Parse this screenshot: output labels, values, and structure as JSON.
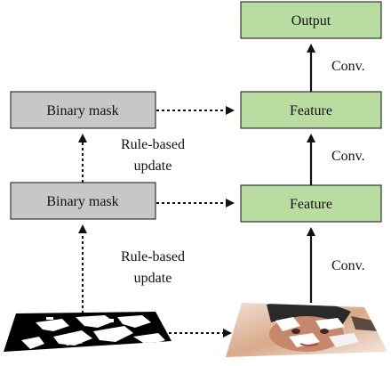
{
  "nodes": {
    "output": "Output",
    "feature_top": "Feature",
    "feature_mid": "Feature",
    "mask_top": "Binary mask",
    "mask_mid": "Binary mask"
  },
  "labels": {
    "conv_1": "Conv.",
    "conv_2": "Conv.",
    "conv_3": "Conv.",
    "rule_upper_1": "Rule-based",
    "rule_upper_2": "update",
    "rule_lower_1": "Rule-based",
    "rule_lower_2": "update"
  },
  "colors": {
    "feature_fill": "#b9dca0",
    "mask_fill": "#c7c7c7",
    "stroke": "#111111"
  },
  "images": {
    "mask_input": "binary mask image (black/white)",
    "input_image": "masked face photo"
  }
}
